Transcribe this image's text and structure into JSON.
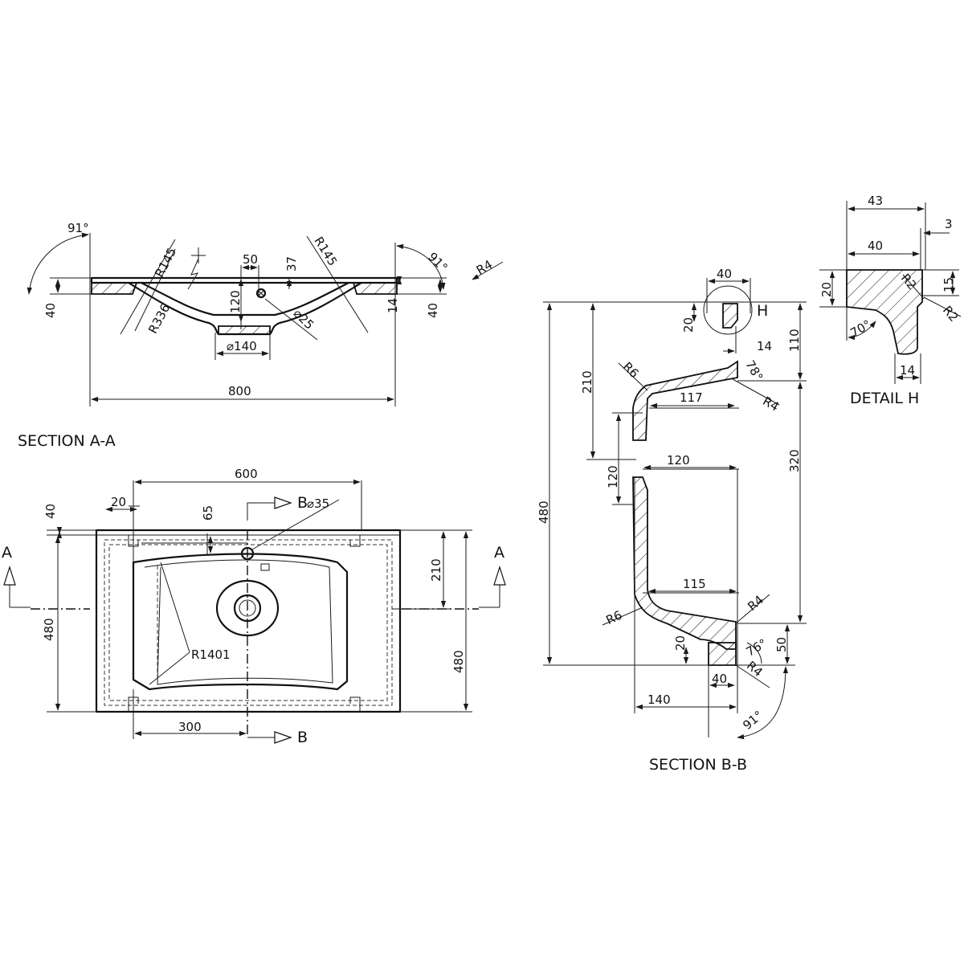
{
  "labels": {
    "section_aa": "SECTION A-A",
    "section_bb": "SECTION B-B",
    "detail_h": "DETAIL H",
    "cut_a_left": "A",
    "cut_a_right": "A",
    "cut_b_top": "B",
    "cut_b_bottom": "B",
    "detail_marker": "H"
  },
  "section_aa": {
    "angle_left": "91°",
    "angle_right": "91°",
    "r145_left": "R145",
    "r145_right": "R145",
    "r336": "R336",
    "r4": "R4",
    "d50": "50",
    "d37": "37",
    "d120": "120",
    "d40_left": "40",
    "d40_right": "40",
    "d14": "14",
    "dia25": "⌀25",
    "dia140": "⌀140",
    "d800": "800"
  },
  "plan": {
    "d600": "600",
    "d40": "40",
    "d20": "20",
    "d65": "65",
    "dia35": "⌀35",
    "d210": "210",
    "d480_left": "480",
    "d480_right": "480",
    "r1401": "R1401",
    "d300": "300"
  },
  "section_bb": {
    "d40_top": "40",
    "d20_top": "20",
    "d14": "14",
    "d110": "110",
    "d210": "210",
    "r6_top": "R6",
    "angle_top": "78°",
    "d117": "117",
    "r4_top": "R4",
    "d480": "480",
    "d120_v": "120",
    "d120_h": "120",
    "d320": "320",
    "d115": "115",
    "r4_mid": "R4",
    "r6_bottom": "R6",
    "d20_bottom": "20",
    "angle_bottom": "76°",
    "d50": "50",
    "d40_bottom": "40",
    "r4_bottom": "R4",
    "d140": "140",
    "angle_91": "91°"
  },
  "detail_h": {
    "d43": "43",
    "d3": "3",
    "d40": "40",
    "d20": "20",
    "r2_a": "R2",
    "d15": "15",
    "r2_b": "R2",
    "angle": "70°",
    "d14": "14"
  }
}
